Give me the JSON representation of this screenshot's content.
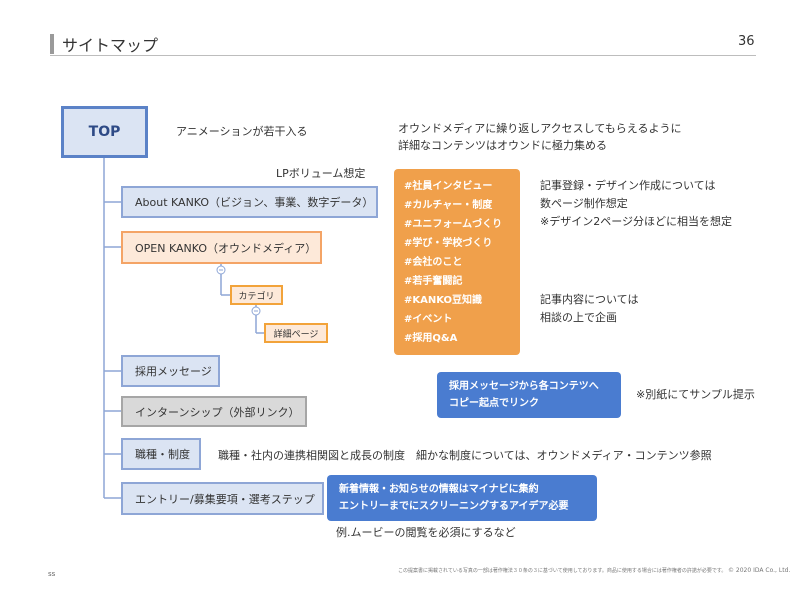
{
  "header": {
    "title": "サイトマップ",
    "page_number": "36"
  },
  "nodes": {
    "top": "TOP",
    "about": "About KANKO（ビジョン、事業、数字データ）",
    "open_kanko": "OPEN KANKO（オウンドメディア）",
    "category": "カテゴリ",
    "detail": "詳細ページ",
    "recruit_message": "採用メッセージ",
    "internship": "インターンシップ（外部リンク）",
    "jobs": "職種・制度",
    "entry": "エントリー/募集要項・選考ステップ"
  },
  "notes": {
    "animation": "アニメーションが若干入る",
    "owned_line1": "オウンドメディアに繰り返しアクセスしてもらえるように",
    "owned_line2": "詳細なコンテンツはオウンドに極力集める",
    "lp_volume": "LPボリューム想定",
    "article_line1": "記事登録・デザイン作成については",
    "article_line2": "数ページ制作想定",
    "article_line3": "※デザイン2ページ分ほどに相当を想定",
    "content_line1": "記事内容については",
    "content_line2": "相談の上で企画",
    "separate": "※別紙にてサンプル提示",
    "jobs_note": "職種・社内の連携相関図と成長の制度　細かな制度については、オウンドメディア・コンテンツ参照",
    "example": "例.ムービーの閲覧を必須にするなど"
  },
  "tags": [
    "#社員インタビュー",
    "#カルチャー・制度",
    "#ユニフォームづくり",
    "#学び・学校づくり",
    "#会社のこと",
    "#若手奮闘記",
    "#KANKO豆知識",
    "#イベント",
    "#採用Q&A"
  ],
  "callouts": {
    "recruit_line1": "採用メッセージから各コンテツへ",
    "recruit_line2": "コピー起点でリンク",
    "news_line1": "新着情報・お知らせの情報はマイナビに集約",
    "news_line2": "エントリーまでにスクリーニングするアイデア必要"
  },
  "footer": {
    "left": "ss",
    "notice": "この提案書に掲載されている写真の一部は著作権法３０条の３に基づいて使用しております。商品に使用する場合には著作権者の許諾が必要です。",
    "copyright": "© 2020 IDA Co., Ltd."
  },
  "colors": {
    "blue_node_fill": "#dbe4f3",
    "blue_node_border": "#8ea6d6",
    "orange_node_fill": "#fde9d9",
    "orange_panel": "#f0a04b",
    "blue_panel": "#4a7cd0",
    "gray_node_fill": "#d9d9d9"
  }
}
